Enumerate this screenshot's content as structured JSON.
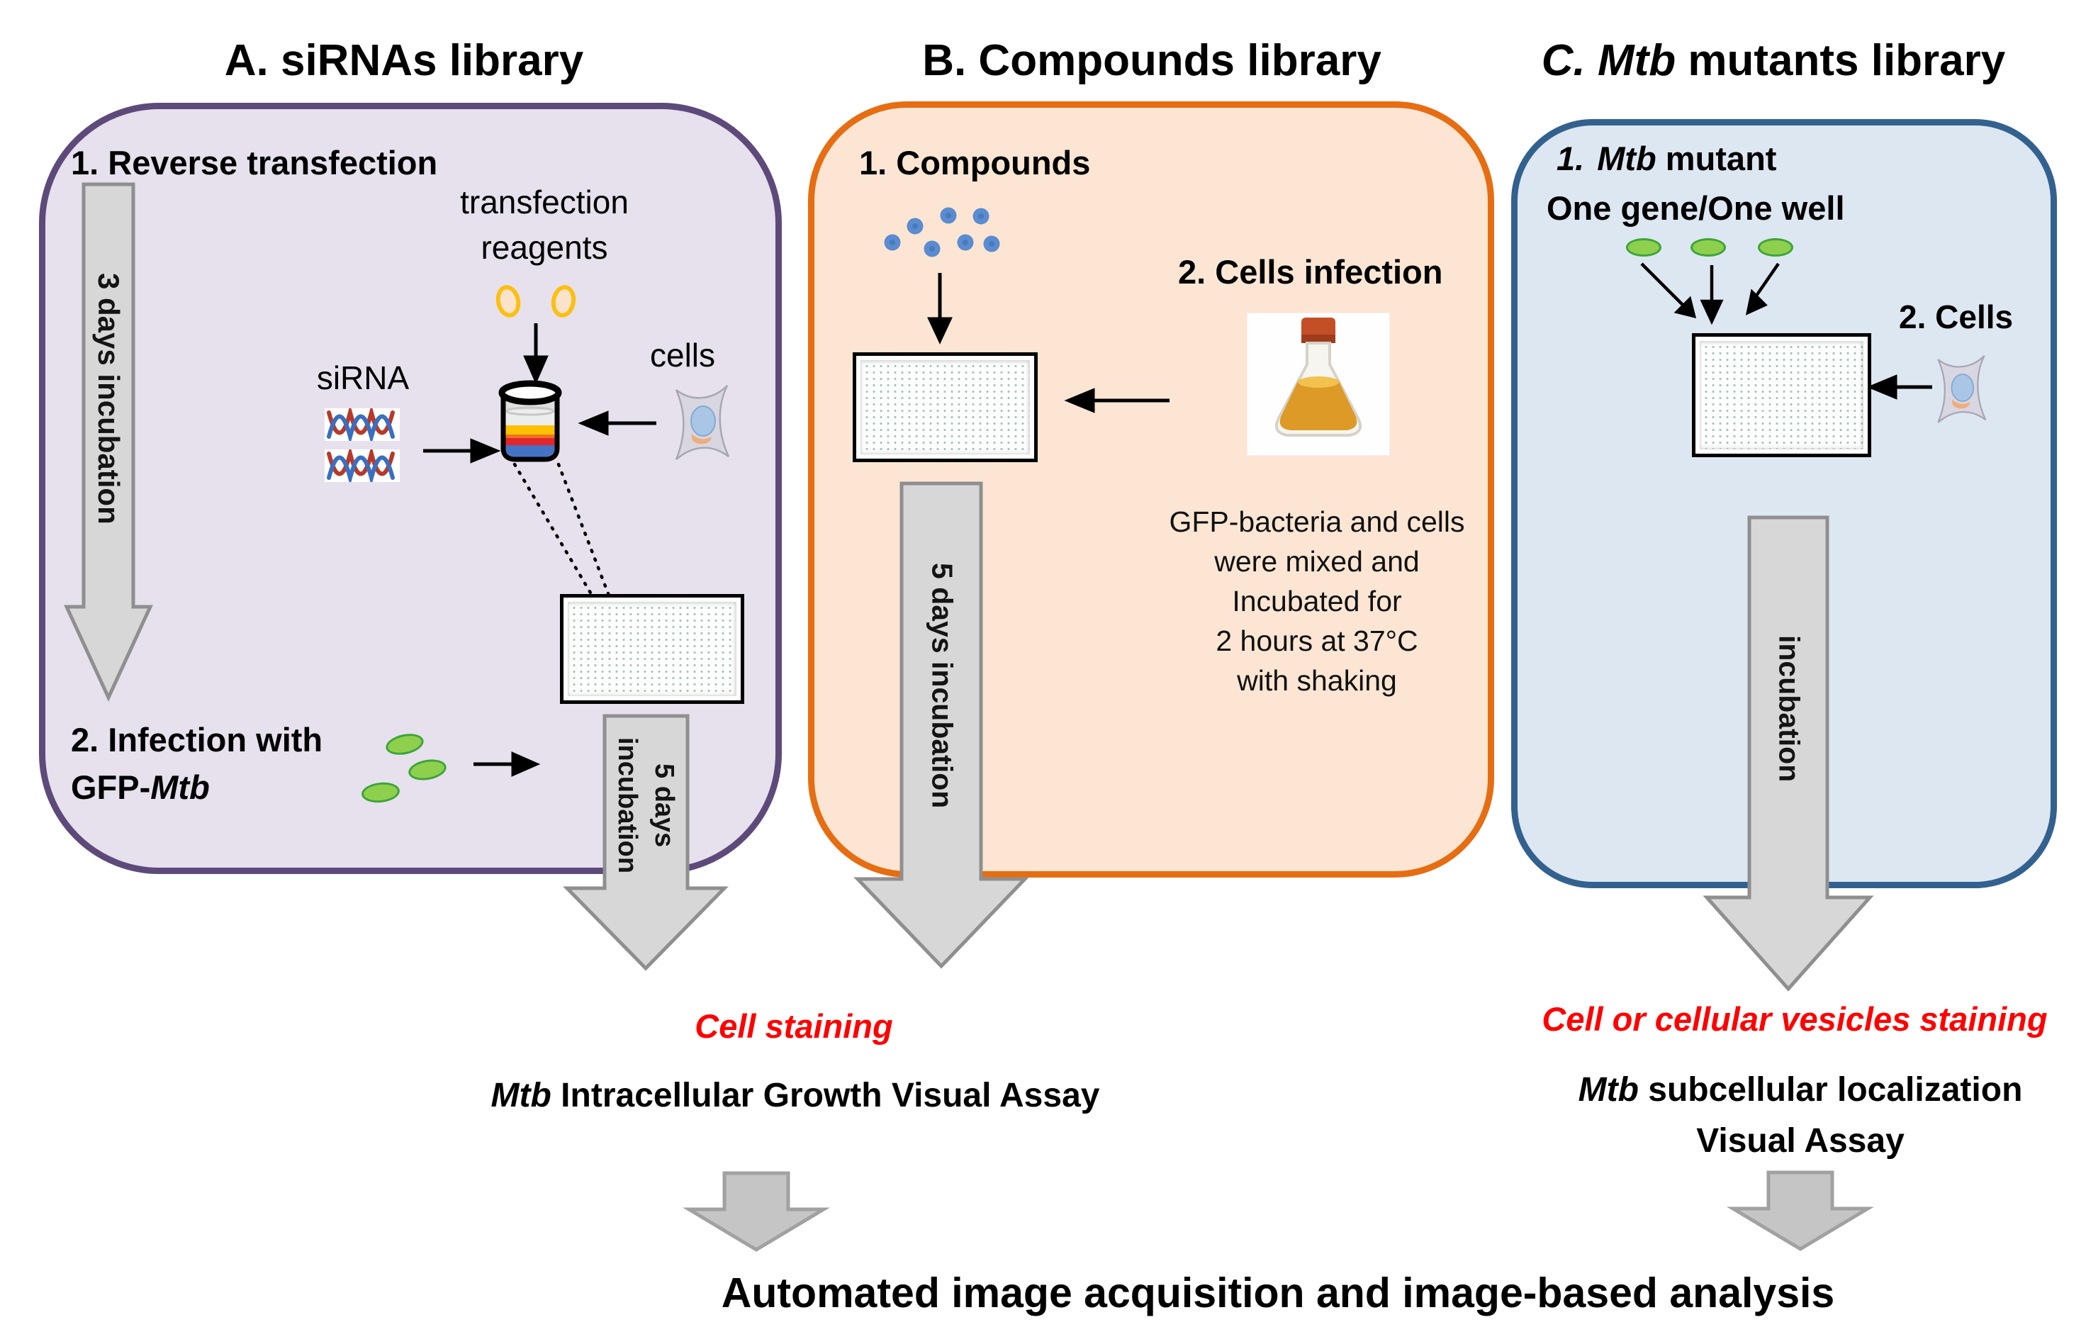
{
  "titles": {
    "a": {
      "prefix": "A.",
      "rest": " siRNAs library"
    },
    "b": {
      "prefix": "B.",
      "rest": " Compounds library"
    },
    "c": {
      "prefix": "C.",
      "italic": "Mtb",
      "rest": " mutants library"
    }
  },
  "panel_a": {
    "step1": "1. Reverse transfection",
    "incubation_arrow": "3 days incubation",
    "reagents_line1": "transfection",
    "reagents_line2": "reagents",
    "sirna": "siRNA",
    "cells": "cells",
    "step2_line1": "2. Infection with",
    "step2_prefix": "GFP-",
    "step2_italic": "Mtb",
    "down_arrow_line1": "5 days",
    "down_arrow_line2": "incubation"
  },
  "panel_b": {
    "step1": "1. Compounds",
    "step2": "2. Cells infection",
    "note_line1": "GFP-bacteria and cells",
    "note_line2": "were mixed and",
    "note_line3": "Incubated for",
    "note_line4": "2 hours at 37°C",
    "note_line5": "with shaking",
    "down_arrow": "5 days incubation"
  },
  "panel_c": {
    "step1_num": "1.",
    "step1_italic": "Mtb",
    "step1_rest": " mutant",
    "step1_line2": "One gene/One well",
    "step2": "2. Cells",
    "down_arrow": "incubation"
  },
  "outcome_a": {
    "staining": "Cell staining",
    "assay_italic": "Mtb",
    "assay_rest": " Intracellular Growth Visual Assay"
  },
  "outcome_c": {
    "staining": "Cell or cellular vesicles staining",
    "assay_italic": "Mtb",
    "assay_rest": " subcellular localization",
    "assay_line2": "Visual Assay"
  },
  "footer": {
    "text": "Automated image acquisition and image-based analysis"
  },
  "colors": {
    "panel_a_border": "#5d4a7a",
    "panel_a_fill": "#e6e1ed",
    "panel_b_border": "#e66d12",
    "panel_b_fill": "#fce6d3",
    "panel_c_border": "#33618f",
    "panel_c_fill": "#dde7f2",
    "gray_arrow_fill": "#d7d7d7",
    "gray_arrow_border": "#8f8f8f",
    "staining_red": "#fe0000",
    "bacteria_green": "#8ed04d",
    "compound_blue": "#5b8bd0",
    "liposome_yellow": "#fcbf12",
    "tube_yellow": "#ffc000",
    "tube_red": "#e2262c",
    "tube_blue": "#4472c4"
  }
}
